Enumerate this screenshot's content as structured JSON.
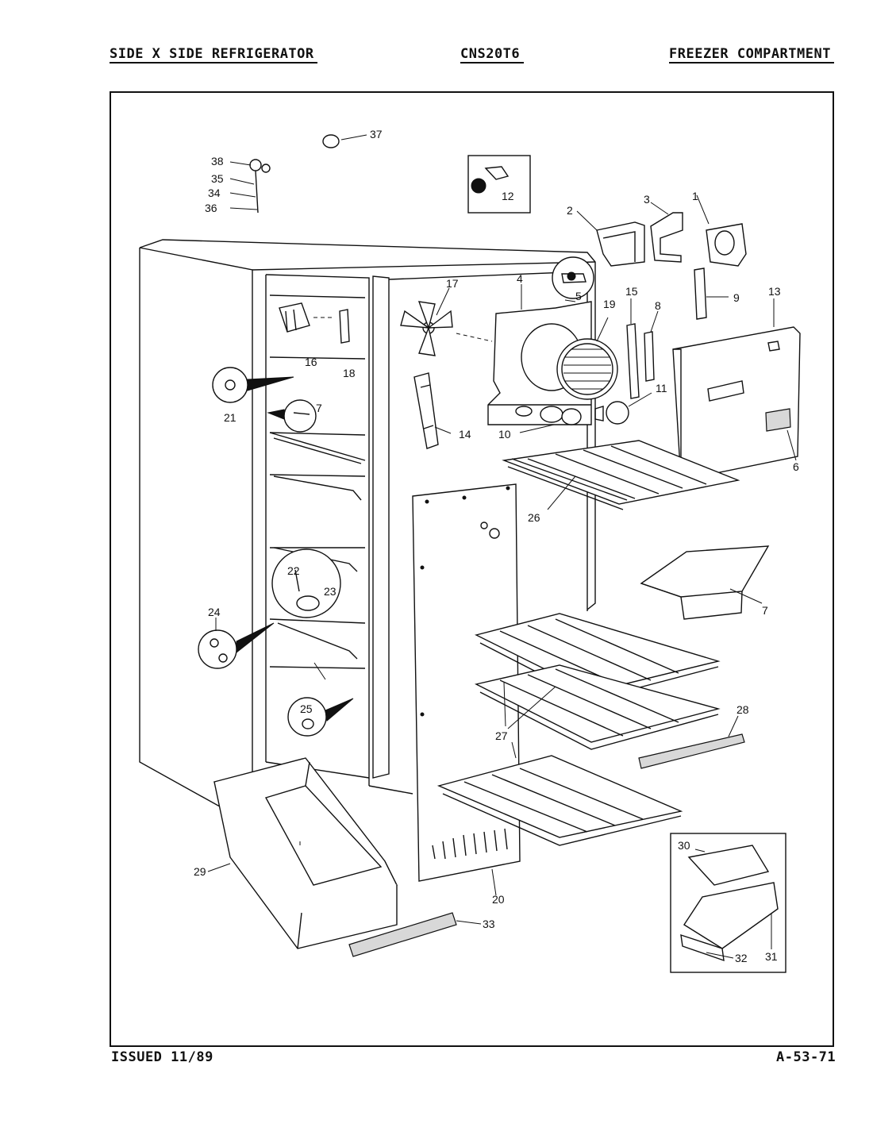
{
  "header": {
    "left": "SIDE X SIDE REFRIGERATOR",
    "center": "CNS20T6",
    "right": "FREEZER COMPARTMENT"
  },
  "footer": {
    "left": "ISSUED 11/89",
    "right": "A-53-71"
  },
  "callouts": {
    "c1": "1",
    "c2": "2",
    "c3": "3",
    "c4": "4",
    "c5": "5",
    "c6": "6",
    "c7a": "7",
    "c7b": "7",
    "c8": "8",
    "c9": "9",
    "c10": "10",
    "c11": "11",
    "c12": "12",
    "c13": "13",
    "c14": "14",
    "c15": "15",
    "c16": "16",
    "c17": "17",
    "c18": "18",
    "c19": "19",
    "c20": "20",
    "c21": "21",
    "c22": "22",
    "c23": "23",
    "c24": "24",
    "c25": "25",
    "c26": "26",
    "c27": "27",
    "c28": "28",
    "c29": "29",
    "c30": "30",
    "c31": "31",
    "c32": "32",
    "c33": "33",
    "c34": "34",
    "c35": "35",
    "c36": "36",
    "c37": "37",
    "c38": "38"
  }
}
